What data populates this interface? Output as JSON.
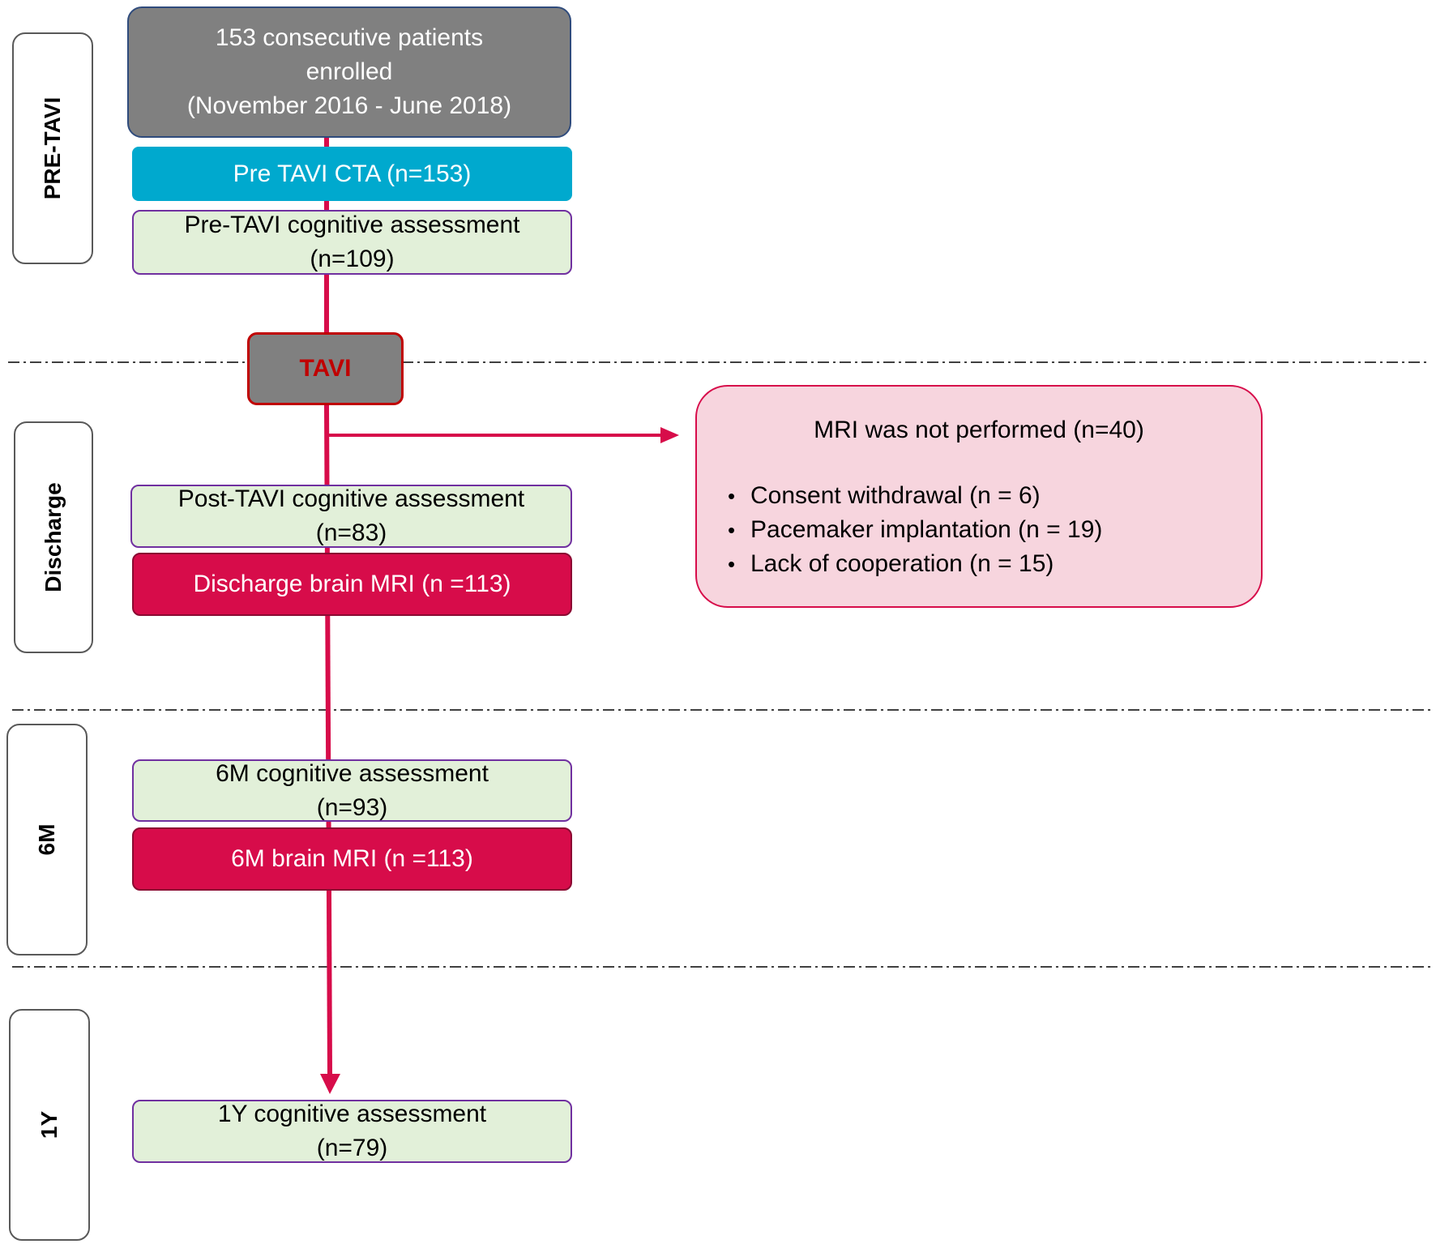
{
  "phases": {
    "pre_tavi": "PRE-TAVI",
    "discharge": "Discharge",
    "six_month": "6M",
    "one_year": "1Y"
  },
  "boxes": {
    "enrolled": {
      "line1": "153 consecutive patients",
      "line2": "enrolled",
      "line3": "(November 2016 -  June 2018)"
    },
    "pre_cta": "Pre TAVI CTA (n=153)",
    "pre_cognitive": {
      "line1": "Pre-TAVI cognitive assessment",
      "line2": "(n=109)"
    },
    "tavi": "TAVI",
    "post_cognitive": {
      "line1": "Post-TAVI cognitive assessment",
      "line2": "(n=83)"
    },
    "discharge_mri": "Discharge brain MRI  (n =113)",
    "m6_cognitive": {
      "line1": "6M cognitive assessment",
      "line2": "(n=93)"
    },
    "m6_mri": "6M brain MRI  (n =113)",
    "y1_cognitive": {
      "line1": "1Y cognitive assessment",
      "line2": "(n=79)"
    }
  },
  "exclusion": {
    "title": "MRI was not performed (n=40)",
    "bullet": "•",
    "items": [
      "Consent withdrawal (n = 6)",
      "Pacemaker implantation (n = 19)",
      "Lack of cooperation (n = 15)"
    ]
  },
  "colors": {
    "flow_line": "#d70c4a",
    "enrolled_fill": "#808080",
    "cta_fill": "#00a9ce",
    "cognitive_fill": "#e2f0d9",
    "cognitive_border": "#7030a0",
    "mri_fill": "#d70c4a",
    "tavi_text": "#c00000",
    "exclusion_fill": "#f7d5de",
    "separator": "#404040"
  }
}
